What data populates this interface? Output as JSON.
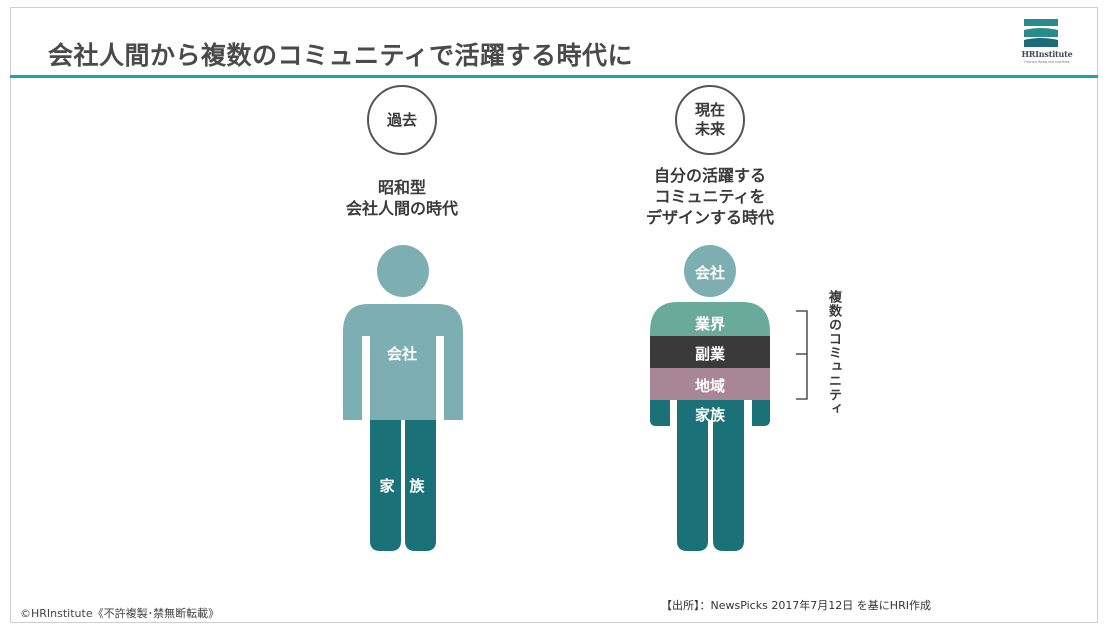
{
  "slide": {
    "title": "会社人間から複数のコミュニティで活躍する時代に",
    "logo_text": "HRInstitute",
    "logo_subtext": "Human Resource Institute"
  },
  "past": {
    "era_label": "過去",
    "caption": "昭和型\n会社人間の時代",
    "body_label": "会社",
    "legs_label": "家　族"
  },
  "present": {
    "era_label": "現在\n未来",
    "caption": "自分の活躍する\nコミュニティを\nデザインする時代",
    "head_label": "会社",
    "bands": [
      {
        "label": "業界",
        "color": "#6aaa9a"
      },
      {
        "label": "副業",
        "color": "#3a3a3a"
      },
      {
        "label": "地域",
        "color": "#a98696"
      },
      {
        "label": "家族",
        "color": "#1a7278"
      }
    ],
    "bracket_label": "複数のコミュニティ"
  },
  "colors": {
    "light_teal": "#7dafb2",
    "dark_teal": "#1a7278",
    "accent_rule": "#1aa3b5"
  },
  "footer": {
    "copyright": "©HRInstitute《不許複製･禁無断転載》",
    "source": "【出所】：NewsPicks 2017年7月12日  を基にHRI作成"
  }
}
